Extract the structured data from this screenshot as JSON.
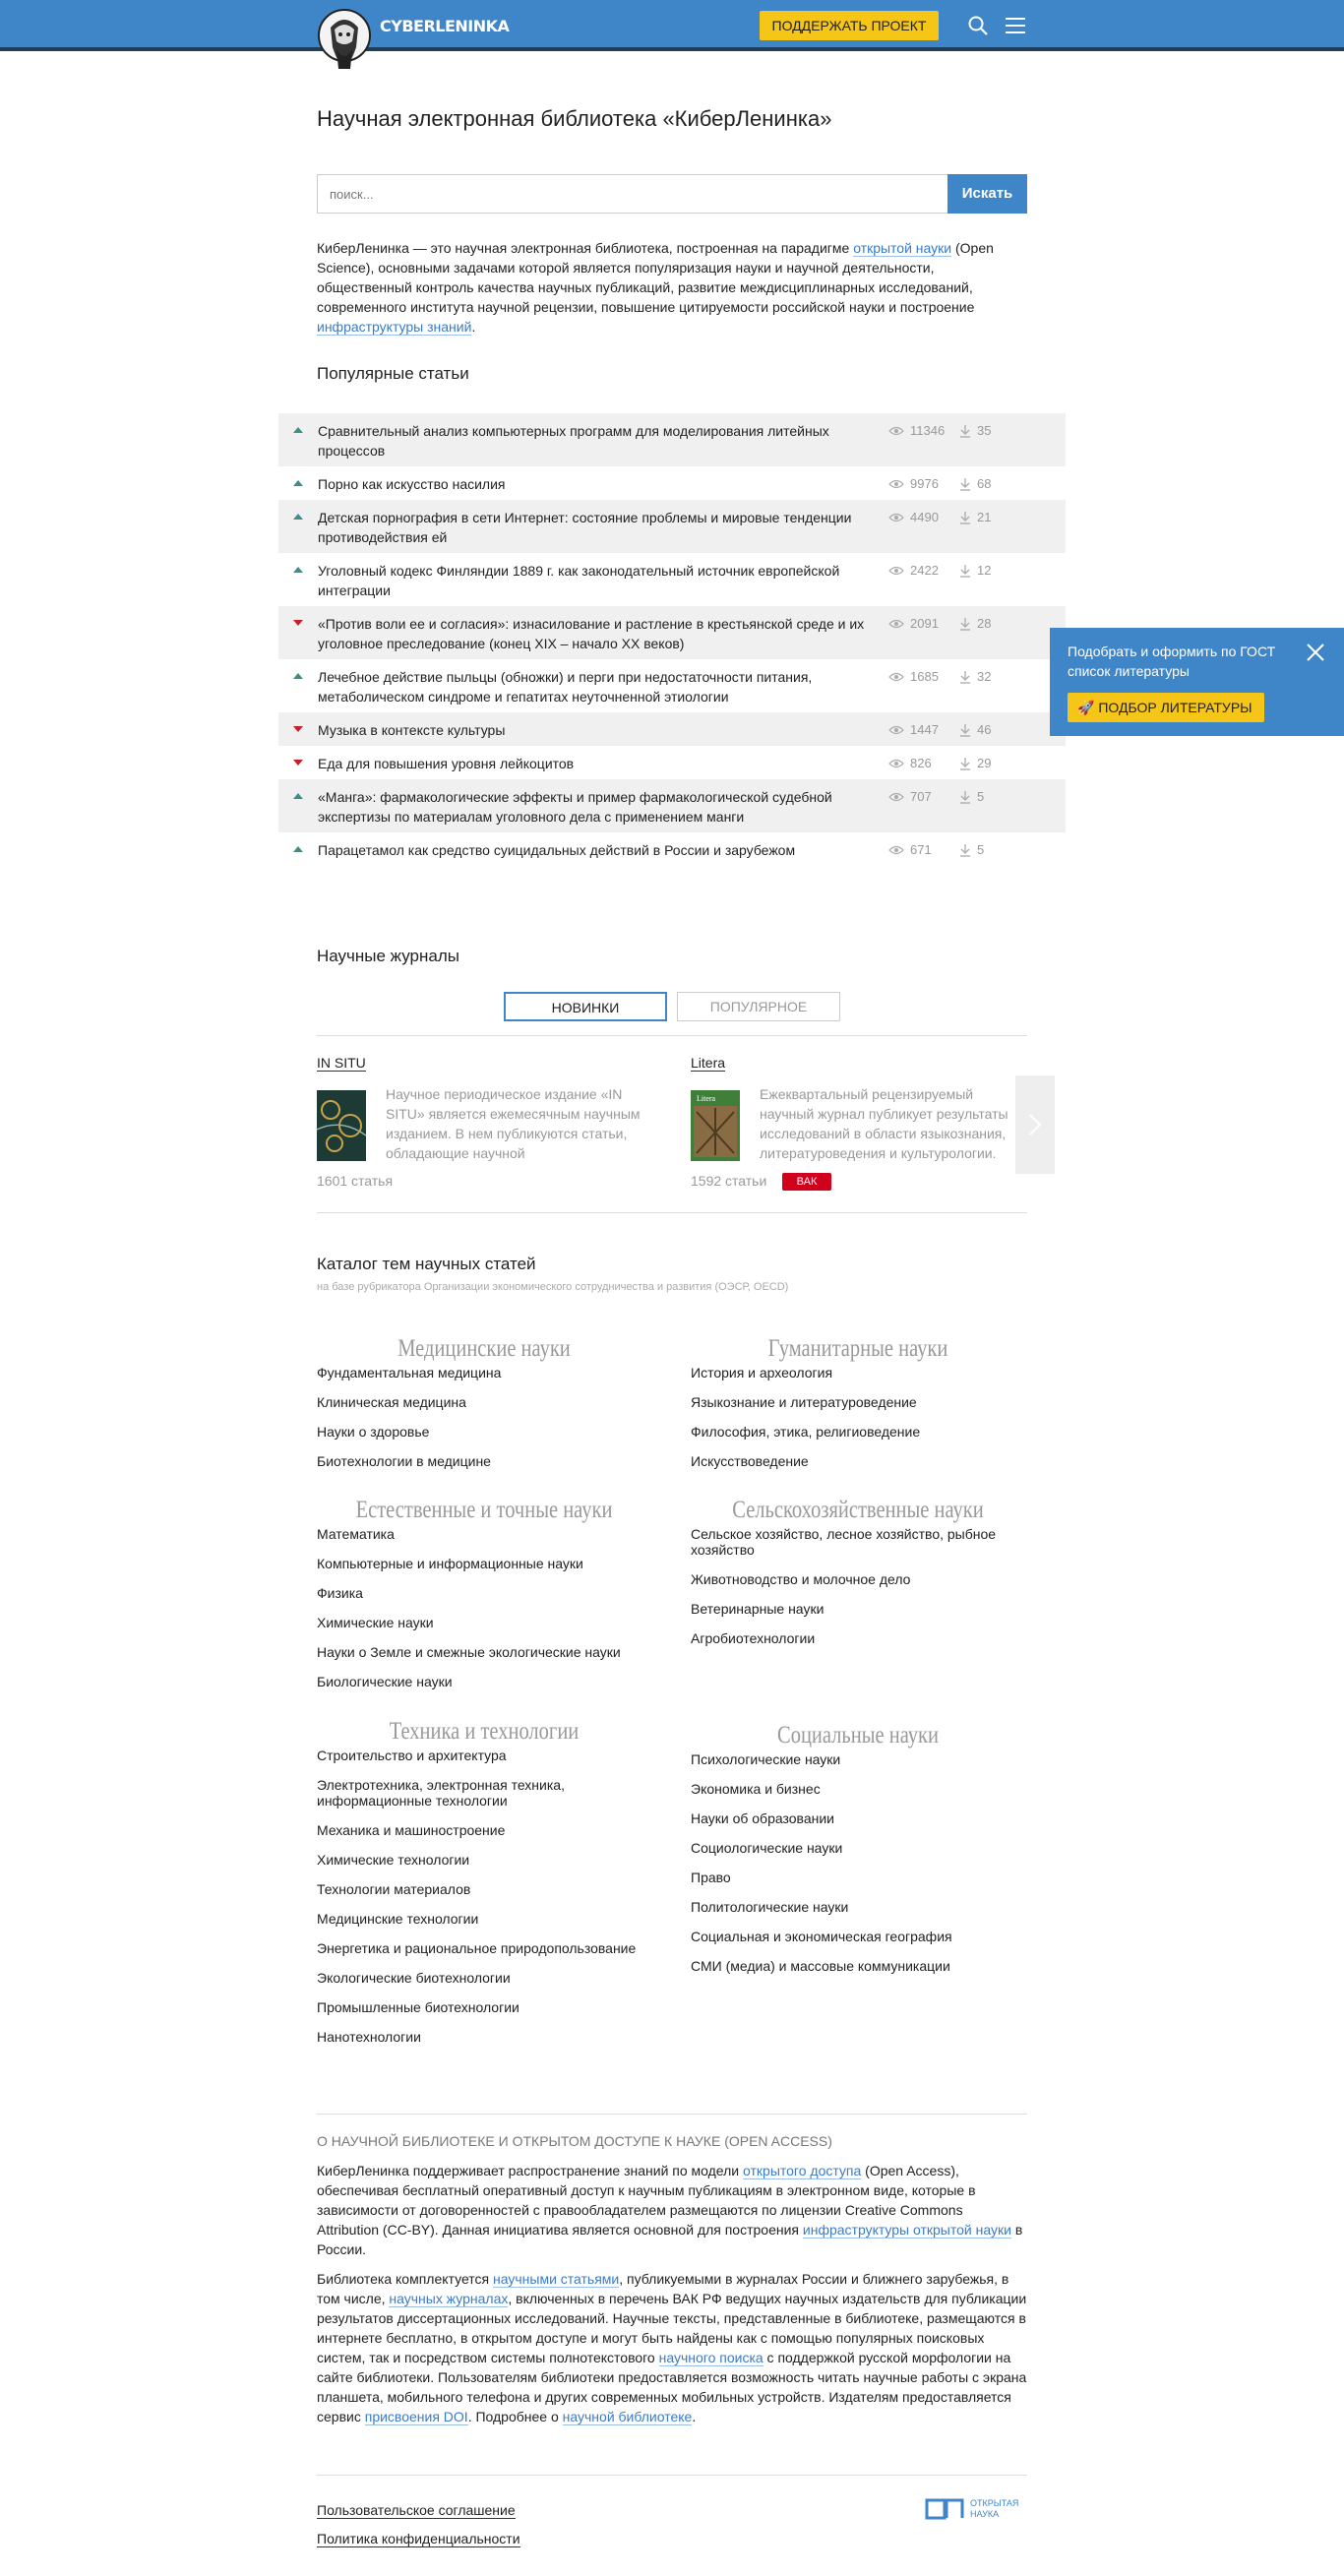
{
  "header": {
    "logo_text_a": "CYBER",
    "logo_text_b": "LENINKA",
    "support_label": "ПОДДЕРЖАТЬ ПРОЕКТ"
  },
  "page_title": "Научная электронная библиотека «КиберЛенинка»",
  "search": {
    "placeholder": "поиск...",
    "button": "Искать"
  },
  "intro": {
    "t1": "КиберЛенинка — это научная электронная библиотека, построенная на парадигме ",
    "link1": "открытой науки",
    "t2": " (Open Science), основными задачами которой является популяризация науки и научной деятельности, общественный контроль качества научных публикаций, развитие междисциплинарных исследований, современного института научной рецензии, повышение цитируемости российской науки и построение ",
    "link2": "инфраструктуры знаний",
    "t3": "."
  },
  "popular": {
    "title": "Популярные статьи",
    "items": [
      {
        "title": "Сравнительный анализ компьютерных программ для моделирования литейных процессов",
        "views": "11346",
        "downloads": "35",
        "trend": "up"
      },
      {
        "title": "Порно как искусство насилия",
        "views": "9976",
        "downloads": "68",
        "trend": "up"
      },
      {
        "title": "Детская порнография в сети Интернет: состояние проблемы и мировые тенденции противодействия ей",
        "views": "4490",
        "downloads": "21",
        "trend": "up"
      },
      {
        "title": "Уголовный кодекс Финляндии 1889 г. как законодательный источник европейской интеграции",
        "views": "2422",
        "downloads": "12",
        "trend": "up"
      },
      {
        "title": "«Против воли ее и согласия»: изнасилование и растление в крестьянской среде и их уголовное преследование (конец XIX – начало XX веков)",
        "views": "2091",
        "downloads": "28",
        "trend": "down"
      },
      {
        "title": "Лечебное действие пыльцы (обножки) и перги при недостаточности питания, метаболическом синдроме и гепатитах неуточненной этиологии",
        "views": "1685",
        "downloads": "32",
        "trend": "up"
      },
      {
        "title": "Музыка в контексте культуры",
        "views": "1447",
        "downloads": "46",
        "trend": "down"
      },
      {
        "title": "Еда для повышения уровня лейкоцитов",
        "views": "826",
        "downloads": "29",
        "trend": "down"
      },
      {
        "title": "«Манга»: фармакологические эффекты и пример фармакологической судебной экспертизы по материалам уголовного дела с применением манги",
        "views": "707",
        "downloads": "5",
        "trend": "up"
      },
      {
        "title": "Парацетамол как средство суицидальных действий в России и зарубежом",
        "views": "671",
        "downloads": "5",
        "trend": "up"
      }
    ]
  },
  "gost": {
    "text": "Подобрать и оформить по ГОСТ список литературы",
    "button": "🚀 ПОДБОР ЛИТЕРАТУРЫ"
  },
  "journals": {
    "title": "Научные журналы",
    "tab_new": "НОВИНКИ",
    "tab_popular": "ПОПУЛЯРНОЕ",
    "items": [
      {
        "name": "IN SITU",
        "desc": "Научное периодическое издание «IN SITU» является ежемесячным научным изданием. В нем публикуются статьи, обладающие научной",
        "count": "1601 статья"
      },
      {
        "name": "Litera",
        "desc": "Ежеквартальный рецензируемый научный журнал публикует результаты исследований в области языкознания, литературоведения и культурологии.",
        "count": "1592 статьи",
        "badge": "ВАК"
      }
    ]
  },
  "catalog": {
    "title": "Каталог тем научных статей",
    "subtitle": "на базе рубрикатора Организации экономического сотрудничества и развития (ОЭСР, OECD)",
    "groups": [
      {
        "name": "Медицинские науки",
        "items": [
          "Фундаментальная медицина",
          "Клиническая медицина",
          "Науки о здоровье",
          "Биотехнологии в медицине"
        ]
      },
      {
        "name": "Гуманитарные науки",
        "items": [
          "История и археология",
          "Языкознание и литературоведение",
          "Философия, этика, религиоведение",
          "Искусствоведение"
        ]
      },
      {
        "name": "Естественные и точные науки",
        "items": [
          "Математика",
          "Компьютерные и информационные науки",
          "Физика",
          "Химические науки",
          "Науки о Земле и смежные экологические науки",
          "Биологические науки"
        ]
      },
      {
        "name": "Сельскохозяйственные науки",
        "items": [
          "Сельское хозяйство, лесное хозяйство, рыбное хозяйство",
          "Животноводство и молочное дело",
          "Ветеринарные науки",
          "Агробиотехнологии"
        ]
      },
      {
        "name": "Техника и технологии",
        "items": [
          "Строительство и архитектура",
          "Электротехника, электронная техника, информационные технологии",
          "Механика и машиностроение",
          "Химические технологии",
          "Технологии материалов",
          "Медицинские технологии",
          "Энергетика и рациональное природопользование",
          "Экологические биотехнологии",
          "Промышленные биотехнологии",
          "Нанотехнологии"
        ]
      },
      {
        "name": "Социальные науки",
        "items": [
          "Психологические науки",
          "Экономика и бизнес",
          "Науки об образовании",
          "Социологические науки",
          "Право",
          "Политологические науки",
          "Социальная и экономическая география",
          "СМИ (медиа) и массовые коммуникации"
        ]
      }
    ]
  },
  "about": {
    "title": "О НАУЧНОЙ БИБЛИОТЕКЕ И ОТКРЫТОМ ДОСТУПЕ К НАУКЕ (OPEN ACCESS)",
    "p1_a": "КиберЛенинка поддерживает распространение знаний по модели ",
    "p1_link1": "открытого доступа",
    "p1_b": " (Open Access), обеспечивая бесплатный оперативный доступ к научным публикациям в электронном виде, которые в зависимости от договоренностей с правообладателем размещаются по лицензии Creative Commons Attribution (CC-BY). Данная инициатива является основной для построения ",
    "p1_link2": "инфраструктуры открытой науки",
    "p1_c": " в России.",
    "p2_a": "Библиотека комплектуется ",
    "p2_link1": "научными статьями",
    "p2_b": ", публикуемыми в журналах России и ближнего зарубежья, в том числе, ",
    "p2_link2": "научных журналах",
    "p2_c": ", включенных в перечень ВАК РФ ведущих научных издательств для публикации результатов диссертационных исследований. Научные тексты, представленные в библиотеке, размещаются в интернете бесплатно, в открытом доступе и могут быть найдены как с помощью популярных поисковых систем, так и посредством системы полнотекстового ",
    "p2_link3": "научного поиска",
    "p2_d": " с поддержкой русской морфологии на сайте библиотеки. Пользователям библиотеки предоставляется возможность читать научные работы с экрана планшета, мобильного телефона и других современных мобильных устройств. Издателям предоставляется сервис ",
    "p2_link4": "присвоения DOI",
    "p2_e": ". Подробнее о ",
    "p2_link5": "научной библиотеке",
    "p2_f": "."
  },
  "footer": {
    "link1": "Пользовательское соглашение",
    "link2": "Политика конфиденциальности",
    "oa_line1": "ОТКРЫТАЯ",
    "oa_line2": "НАУКА"
  },
  "colors": {
    "brand": "#3f86c8",
    "accent": "#f5c518",
    "trend_up": "#3a8f8a",
    "trend_down": "#c81e2a"
  }
}
